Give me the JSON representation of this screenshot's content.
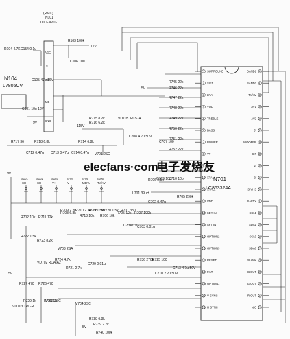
{
  "ic": {
    "ref": "N701",
    "part": "LC863324A",
    "left_pins": [
      {
        "num": "1",
        "name": "SURROUND"
      },
      {
        "num": "2",
        "name": "SIF1"
      },
      {
        "num": "3",
        "name": "LNA"
      },
      {
        "num": "4",
        "name": "VOL"
      },
      {
        "num": "5",
        "name": "TREBLE"
      },
      {
        "num": "6",
        "name": "BASS"
      },
      {
        "num": "7",
        "name": "POWER"
      },
      {
        "num": "8",
        "name": "VT"
      },
      {
        "num": "9",
        "name": "GND"
      },
      {
        "num": "10",
        "name": "XTAL1"
      },
      {
        "num": "11",
        "name": "XTAL2"
      },
      {
        "num": "12",
        "name": "VDD"
      },
      {
        "num": "13",
        "name": "KEY IN"
      },
      {
        "num": "14",
        "name": "AFT IN"
      },
      {
        "num": "15",
        "name": "OPTION2"
      },
      {
        "num": "16",
        "name": "OPTION3"
      },
      {
        "num": "17",
        "name": "RESET"
      },
      {
        "num": "18",
        "name": "FILT"
      },
      {
        "num": "19",
        "name": "OPTION1"
      },
      {
        "num": "20",
        "name": "V SYNC"
      },
      {
        "num": "21",
        "name": "H SYNC"
      }
    ],
    "right_pins": [
      {
        "num": "42",
        "name": "BAND1"
      },
      {
        "num": "41",
        "name": "BAND2"
      },
      {
        "num": "40",
        "name": "TV/AV"
      },
      {
        "num": "39",
        "name": "AV1"
      },
      {
        "num": "38",
        "name": "AV2"
      },
      {
        "num": "37",
        "name": "3\""
      },
      {
        "num": "36",
        "name": "WOOFER"
      },
      {
        "num": "35",
        "name": "SIF"
      },
      {
        "num": "34",
        "name": "2f"
      },
      {
        "num": "33",
        "name": "3f"
      },
      {
        "num": "32",
        "name": "S-VHS"
      },
      {
        "num": "31",
        "name": "SAFTY"
      },
      {
        "num": "30",
        "name": "SCL1"
      },
      {
        "num": "29",
        "name": "SDA1"
      },
      {
        "num": "28",
        "name": "SCL0"
      },
      {
        "num": "27",
        "name": "SDA0"
      },
      {
        "num": "26",
        "name": "BLANK"
      },
      {
        "num": "25",
        "name": "B OUT"
      },
      {
        "num": "24",
        "name": "G OUT"
      },
      {
        "num": "23",
        "name": "R OUT"
      },
      {
        "num": "22",
        "name": "N/C"
      }
    ]
  },
  "regulator": {
    "ref": "N104",
    "part": "L7805CV"
  },
  "rmc": {
    "label": "(RMC)",
    "ref": "N101",
    "part": "TDO-3691-1",
    "pins": [
      "AGC",
      "S",
      "TO",
      "MB",
      "GND"
    ]
  },
  "voltages": {
    "twelve": "12V",
    "nine_bus": "9V",
    "rmc": "9V",
    "sif": "5V",
    "led": "5V",
    "vt": "115V",
    "tr_5v": "5V"
  },
  "keys": [
    {
      "ref": "S101",
      "name": "CH+"
    },
    {
      "ref": "S102",
      "name": "CH-"
    },
    {
      "ref": "S103",
      "name": "V+"
    },
    {
      "ref": "S704",
      "name": "V-"
    },
    {
      "ref": "S705",
      "name": "MENU"
    },
    {
      "ref": "S106",
      "name": "TV/AV"
    }
  ],
  "components": [
    {
      "id": "r104",
      "text": "R104 4.7K"
    },
    {
      "id": "c154",
      "text": "C154 0.1u"
    },
    {
      "id": "r103",
      "text": "R103 100k"
    },
    {
      "id": "c106",
      "text": "C106 10u"
    },
    {
      "id": "c105",
      "text": "C105 47u 16V"
    },
    {
      "id": "c101",
      "text": "C101 10u 16V"
    },
    {
      "id": "r716",
      "text": "R716 6.2k"
    },
    {
      "id": "r715",
      "text": "R715 8.2k"
    },
    {
      "id": "r717",
      "text": "R717 36"
    },
    {
      "id": "c712",
      "text": "C712 0.47u"
    },
    {
      "id": "r718",
      "text": "R718 6.8k"
    },
    {
      "id": "c713",
      "text": "C713 0.47u"
    },
    {
      "id": "r714",
      "text": "R714 6.8k"
    },
    {
      "id": "c714",
      "text": "C714 0.47u"
    },
    {
      "id": "v701",
      "text": "V701 2SC"
    },
    {
      "id": "c708",
      "text": "C708 4.7u 50V"
    },
    {
      "id": "vd705",
      "text": "VD705 IPC574"
    },
    {
      "id": "c707",
      "text": "C707 100"
    },
    {
      "id": "r745",
      "text": "R745 22k"
    },
    {
      "id": "r746",
      "text": "R746 22k"
    },
    {
      "id": "r747",
      "text": "R747 22k"
    },
    {
      "id": "r748",
      "text": "R748 22k"
    },
    {
      "id": "r749",
      "text": "R749 22k"
    },
    {
      "id": "r750",
      "text": "R750 22k"
    },
    {
      "id": "r751",
      "text": "R751 22k"
    },
    {
      "id": "r752",
      "text": "R752 22k"
    },
    {
      "id": "c709",
      "text": "C709 10p"
    },
    {
      "id": "c710",
      "text": "C710 10p"
    },
    {
      "id": "l701",
      "text": "L701 39μH"
    },
    {
      "id": "r706",
      "text": "R706 2.5k"
    },
    {
      "id": "r705",
      "text": "R705 290k"
    },
    {
      "id": "c702",
      "text": "C702 0.47u"
    },
    {
      "id": "c703",
      "text": "C703 0.01u"
    },
    {
      "id": "r707",
      "text": "R707 100k"
    },
    {
      "id": "c704",
      "text": "C704 0.01"
    },
    {
      "id": "r705b",
      "text": "R705 10k"
    },
    {
      "id": "r706b",
      "text": "R706 10k"
    },
    {
      "id": "r703",
      "text": "R703 6.8k"
    },
    {
      "id": "r713",
      "text": "R713 10k"
    },
    {
      "id": "r702",
      "text": "R702 10k"
    },
    {
      "id": "r711",
      "text": "R711 12k"
    },
    {
      "id": "r710",
      "text": "R710 2.2k"
    },
    {
      "id": "r709",
      "text": "R709 2.2k"
    },
    {
      "id": "r708",
      "text": "R708 1.5k"
    },
    {
      "id": "r701",
      "text": "R701 330"
    },
    {
      "id": "r720",
      "text": "R720 1.5k"
    },
    {
      "id": "r719",
      "text": "R719 1.5k"
    },
    {
      "id": "r722",
      "text": "R722 1.5k"
    },
    {
      "id": "r723",
      "text": "R723 8.2k"
    },
    {
      "id": "v703",
      "text": "V703 2SA"
    },
    {
      "id": "vd702",
      "text": "VD702 RDAIA2"
    },
    {
      "id": "r724",
      "text": "R724 4.7k"
    },
    {
      "id": "r721",
      "text": "R721 2.7k"
    },
    {
      "id": "c729",
      "text": "C729 0.01u"
    },
    {
      "id": "r736",
      "text": "R736 270k"
    },
    {
      "id": "r725",
      "text": "R725 100"
    },
    {
      "id": "c713b",
      "text": "C713 4.7u 50V"
    },
    {
      "id": "c710b",
      "text": "C710 2.2u 50V"
    },
    {
      "id": "r727",
      "text": "R727 470"
    },
    {
      "id": "r726",
      "text": "R726 470"
    },
    {
      "id": "r729",
      "text": "R729 1k"
    },
    {
      "id": "r730",
      "text": "R730 1k"
    },
    {
      "id": "vd703",
      "text": "VD703 TRL-R"
    },
    {
      "id": "v702",
      "text": "V702 2SC"
    },
    {
      "id": "v704",
      "text": "V704 2SC"
    },
    {
      "id": "r728",
      "text": "R728 6.8k"
    },
    {
      "id": "r739",
      "text": "R739 2.7k"
    },
    {
      "id": "r740",
      "text": "R740 100k"
    }
  ],
  "watermark": {
    "text": "elecfans·com",
    "cn": "电子发烧友"
  }
}
